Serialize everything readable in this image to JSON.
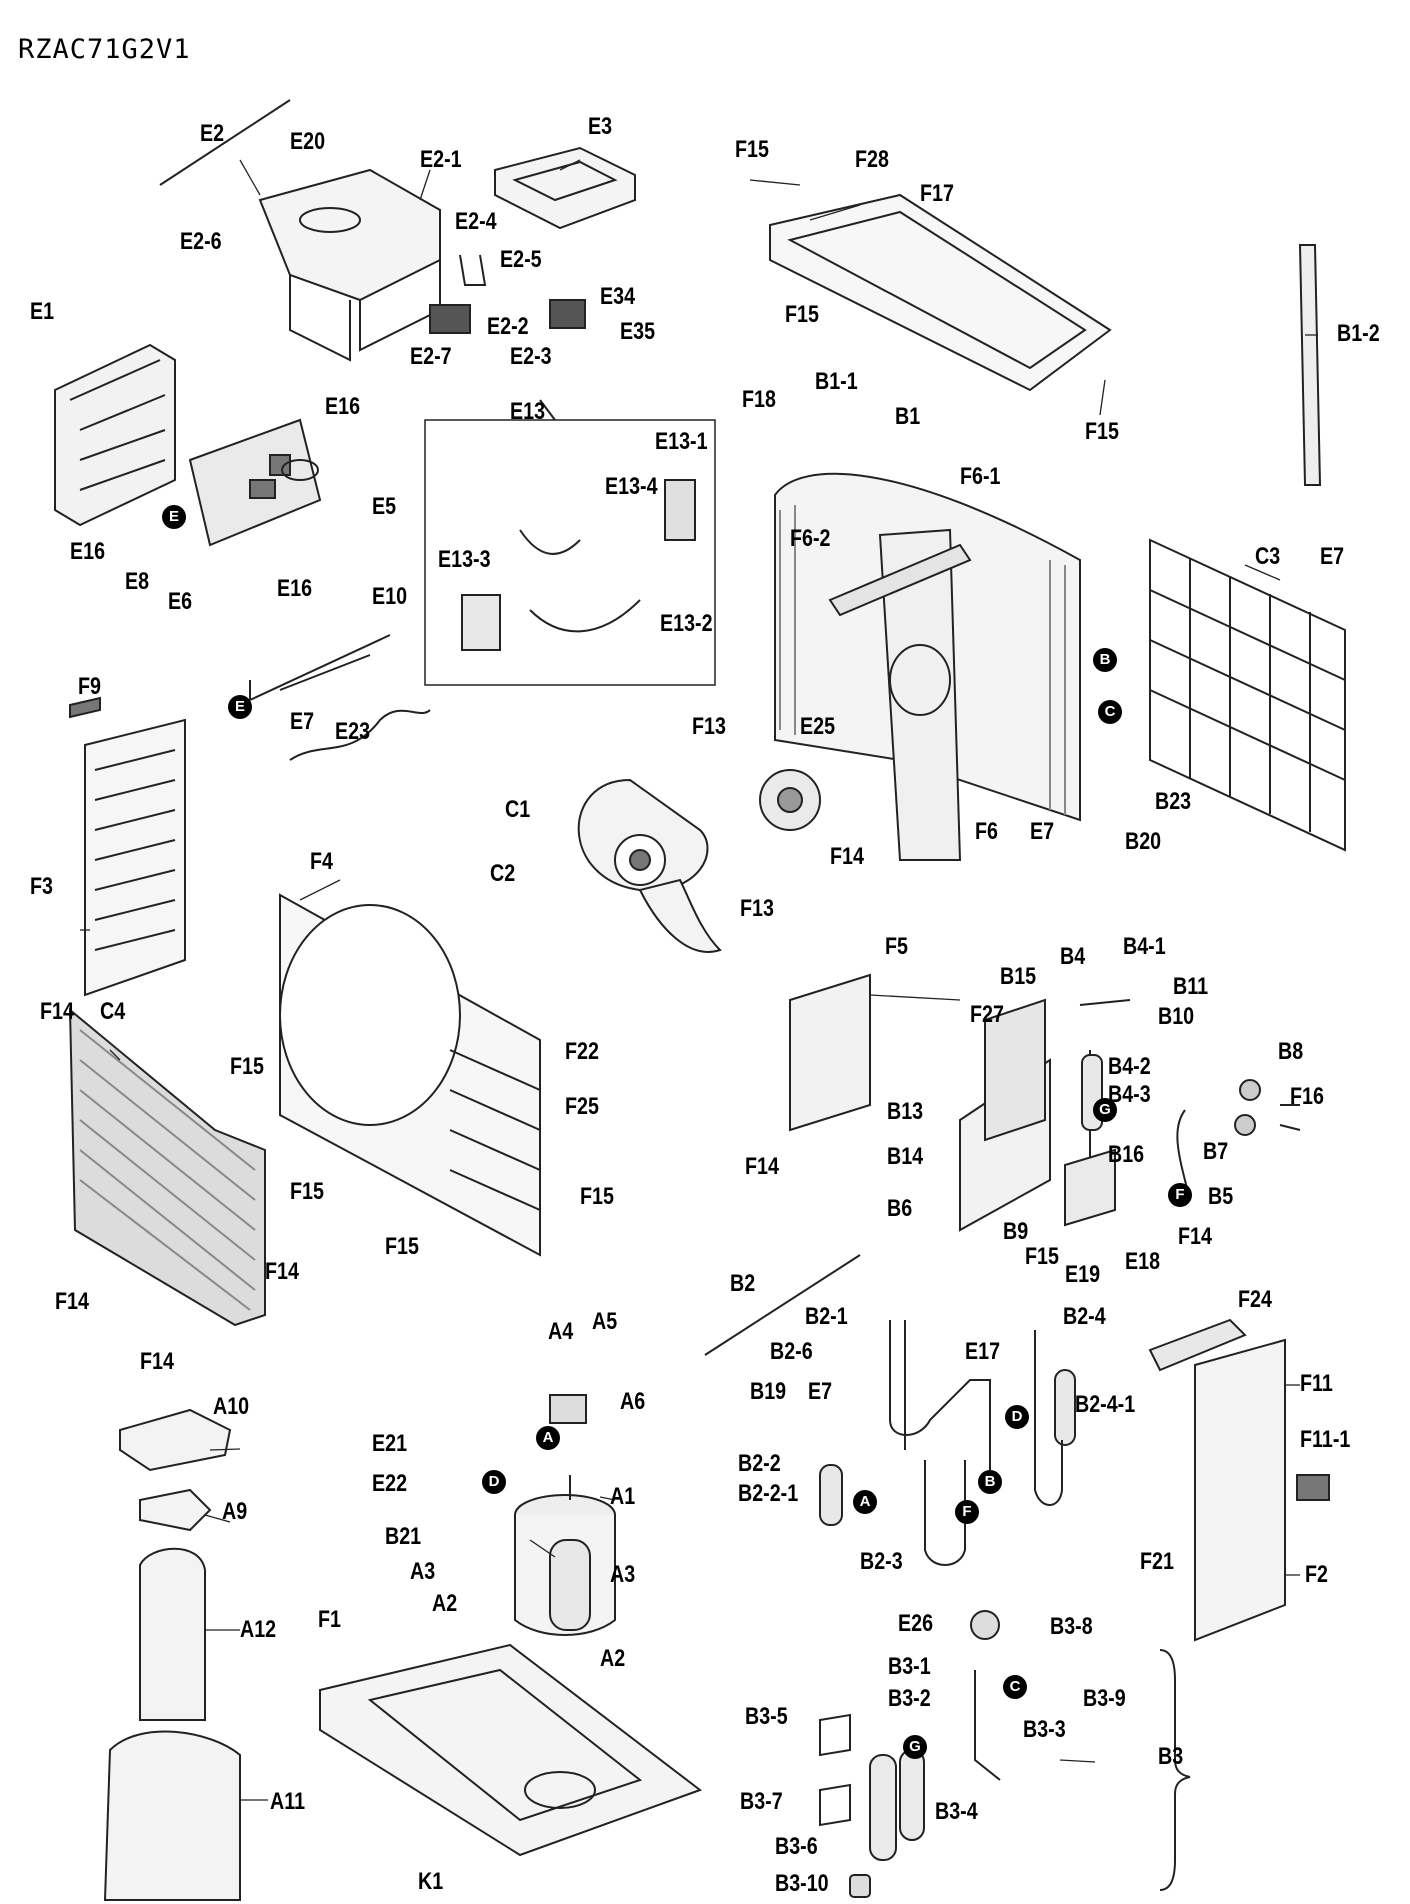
{
  "model": "RZAC71G2V1",
  "labels": {
    "E2": "E2",
    "E20": "E20",
    "E2_1": "E2-1",
    "E3": "E3",
    "E2_6": "E2-6",
    "E2_4": "E2-4",
    "E2_5": "E2-5",
    "E34": "E34",
    "E35": "E35",
    "E2_2": "E2-2",
    "E2_3": "E2-3",
    "E2_7": "E2-7",
    "E1": "E1",
    "E16a": "E16",
    "E16b": "E16",
    "E16c": "E16",
    "E13": "E13",
    "E5": "E5",
    "E8": "E8",
    "E6": "E6",
    "E10": "E10",
    "E13_1": "E13-1",
    "E13_4": "E13-4",
    "E13_3": "E13-3",
    "E13_2": "E13-2",
    "E7a": "E7",
    "E23": "E23",
    "F9": "F9",
    "F3": "F3",
    "F15a": "F15",
    "F28": "F28",
    "F17": "F17",
    "F15b": "F15",
    "F15c": "F15",
    "B1_2": "B1-2",
    "F18": "F18",
    "B1_1": "B1-1",
    "B1": "B1",
    "F6_1": "F6-1",
    "F6_2": "F6-2",
    "C3": "C3",
    "E7b": "E7",
    "B23": "B23",
    "E7c": "E7",
    "B20": "B20",
    "F6": "F6",
    "F13a": "F13",
    "E25": "E25",
    "C1": "C1",
    "C2": "C2",
    "F14a": "F14",
    "F13b": "F13",
    "F4": "F4",
    "F14b": "F14",
    "C4": "C4",
    "F15d": "F15",
    "F22": "F22",
    "F25": "F25",
    "F15e": "F15",
    "F15f": "F15",
    "F15g": "F15",
    "F14c": "F14",
    "F14d": "F14",
    "F14e": "F14",
    "F5": "F5",
    "B4": "B4",
    "B4_1": "B4-1",
    "B15": "B15",
    "B11": "B11",
    "B10": "B10",
    "F27": "F27",
    "B8": "B8",
    "B4_2": "B4-2",
    "B4_3": "B4-3",
    "F16": "F16",
    "B13": "B13",
    "B14": "B14",
    "B7": "B7",
    "B16": "B16",
    "B6": "B6",
    "F14f": "F14",
    "B5": "B5",
    "B9": "B9",
    "F14g": "F14",
    "F15h": "F15",
    "E19": "E19",
    "E18": "E18",
    "A10": "A10",
    "A4": "A4",
    "A5": "A5",
    "A6": "A6",
    "E21": "E21",
    "E22": "E22",
    "A9": "A9",
    "B21": "B21",
    "A1": "A1",
    "A3a": "A3",
    "A3b": "A3",
    "A12": "A12",
    "A2a": "A2",
    "A2b": "A2",
    "F1": "F1",
    "A11": "A11",
    "K1": "K1",
    "B2": "B2",
    "B2_1": "B2-1",
    "B2_4": "B2-4",
    "B2_6": "B2-6",
    "E17": "E17",
    "B19": "B19",
    "E7d": "E7",
    "B2_4_1": "B2-4-1",
    "B2_2": "B2-2",
    "B2_2_1": "B2-2-1",
    "B2_3": "B2-3",
    "F24": "F24",
    "F11": "F11",
    "F11_1": "F11-1",
    "F21": "F21",
    "F2": "F2",
    "E26": "E26",
    "B3_8": "B3-8",
    "B3_1": "B3-1",
    "B3_2": "B3-2",
    "B3_9": "B3-9",
    "B3_3": "B3-3",
    "B3_5": "B3-5",
    "B3": "B3",
    "B3_7": "B3-7",
    "B3_4": "B3-4",
    "B3_6": "B3-6",
    "B3_10": "B3-10"
  },
  "markers": {
    "E_a": "E",
    "E_b": "E",
    "B_a": "B",
    "C_a": "C",
    "G_a": "G",
    "F_a": "F",
    "A_a": "A",
    "D_a": "D",
    "D_b": "D",
    "B_b": "B",
    "F_b": "F",
    "A_b": "A",
    "C_b": "C",
    "G_b": "G"
  }
}
